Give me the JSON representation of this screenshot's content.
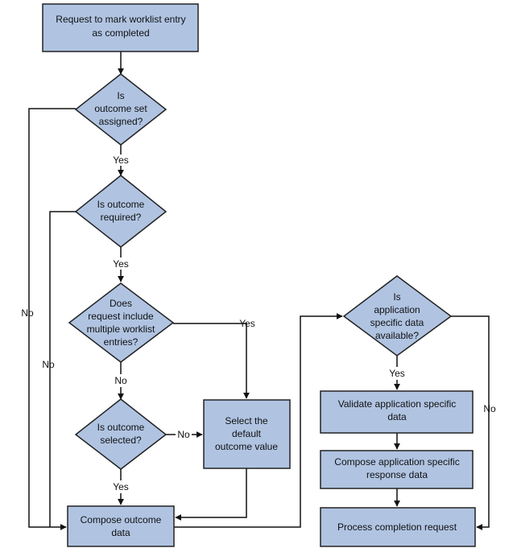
{
  "nodes": {
    "start": [
      "Request to mark worklist entry",
      "as completed"
    ],
    "outcome_set": [
      "Is",
      "outcome set",
      "assigned?"
    ],
    "outcome_required": [
      "Is outcome",
      "required?"
    ],
    "multiple_entries": [
      "Does",
      "request  include",
      "multiple worklist",
      "entries?"
    ],
    "outcome_selected": [
      "Is outcome",
      "selected?"
    ],
    "select_default": [
      "Select the",
      "default",
      "outcome value"
    ],
    "compose_outcome": [
      "Compose outcome",
      "data"
    ],
    "app_data_available": [
      "Is",
      "application",
      "specific data",
      "available?"
    ],
    "validate": [
      "Validate application specific",
      "data"
    ],
    "compose_response": [
      "Compose application specific",
      "response data"
    ],
    "process": [
      "Process completion request"
    ]
  },
  "edge_labels": {
    "yes_1": "Yes",
    "yes_2": "Yes",
    "yes_multi": "Yes",
    "no_multi": "No",
    "no_selected": "No",
    "yes_selected": "Yes",
    "no_set": "No",
    "no_required": "No",
    "yes_app": "Yes",
    "no_app": "No"
  }
}
